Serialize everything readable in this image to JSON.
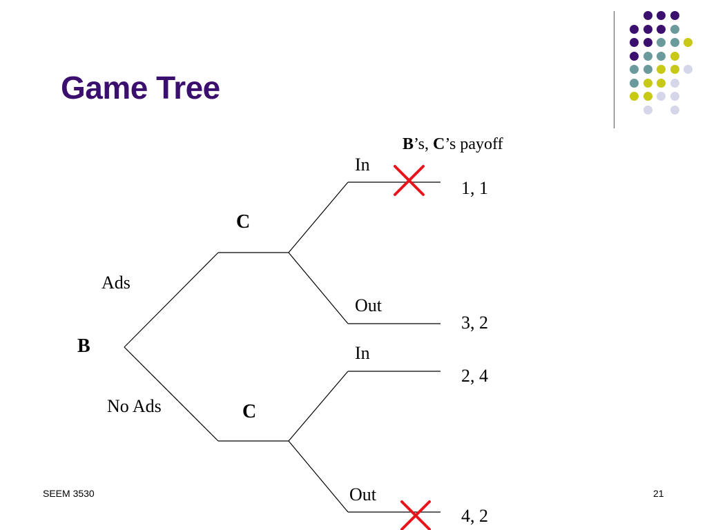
{
  "slide": {
    "title": "Game Tree",
    "footer_left": "SEEM 3530",
    "page_number": "21"
  },
  "colors": {
    "title": "#3b0f6e",
    "purple": "#3b0f6e",
    "teal": "#6a9a9c",
    "yellow": "#c8c817",
    "lavender": "#d6d6ea",
    "cross": "#e8141b"
  },
  "tree": {
    "root_player": "B",
    "upper_player": "C",
    "lower_player": "C",
    "moves": {
      "ads": "Ads",
      "no_ads": "No Ads",
      "in_upper": "In",
      "out_upper": "Out",
      "in_lower": "In",
      "out_lower": "Out"
    },
    "payoff_header": {
      "b": "B",
      "after_b": "’s, ",
      "c": "C",
      "after_c": "’s payoff"
    },
    "payoffs": {
      "ads_in": "1, 1",
      "ads_out": "3, 2",
      "noads_in": "2, 4",
      "noads_out": "4, 2"
    },
    "eliminated": [
      "ads_in",
      "noads_out"
    ]
  }
}
